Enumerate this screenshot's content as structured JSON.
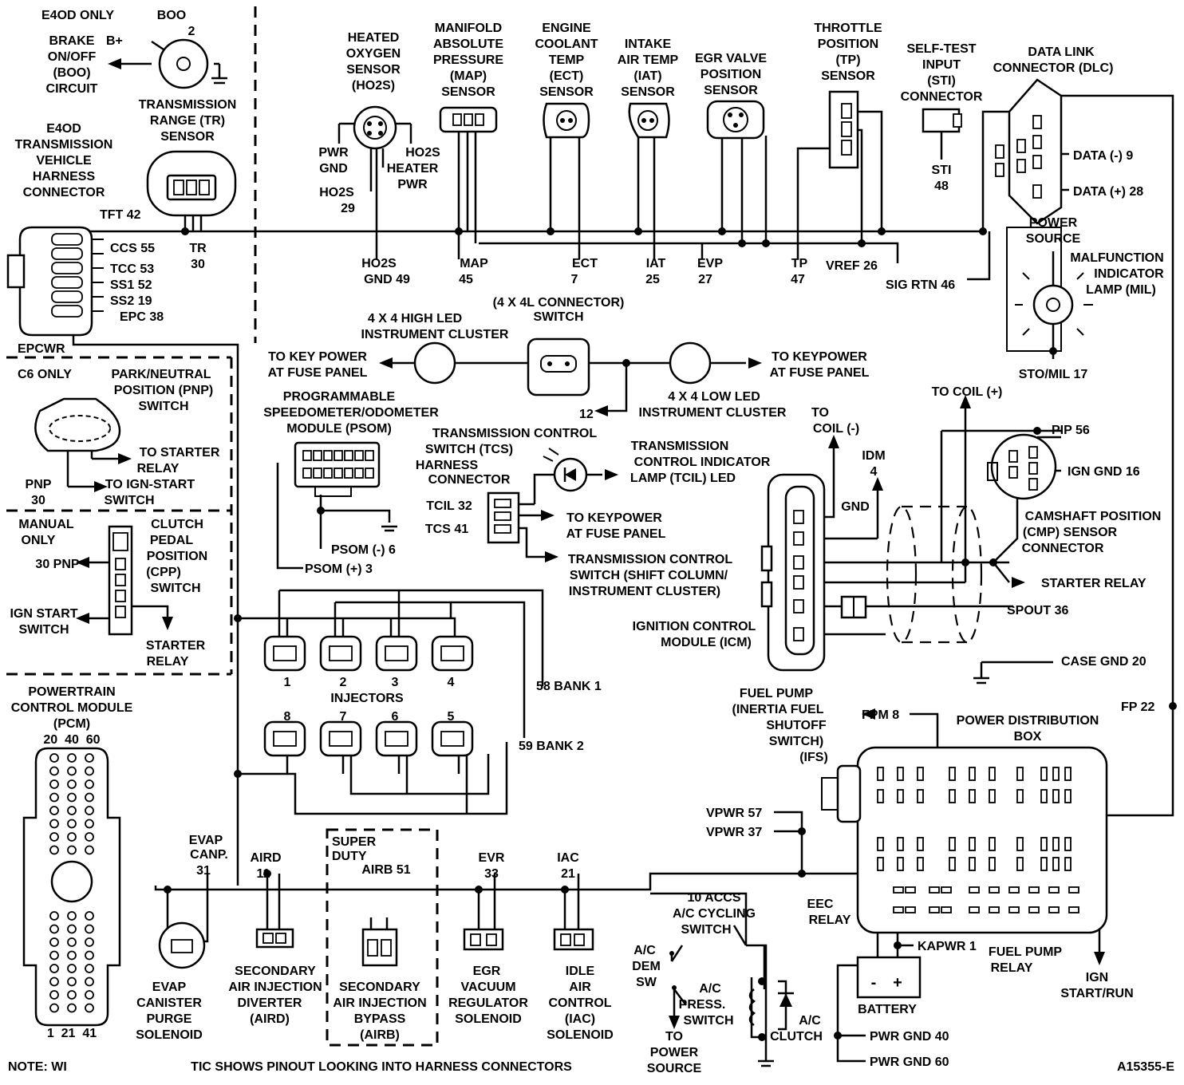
{
  "labels": {
    "e4od_only": "E4OD ONLY",
    "boo": [
      "BOO",
      "2"
    ],
    "bplus": "B+",
    "brake_circuit": [
      "BRAKE",
      "ON/OFF",
      "(BOO)",
      "CIRCUIT"
    ],
    "tr_sensor": [
      "TRANSMISSION",
      "RANGE (TR)",
      "SENSOR"
    ],
    "tr_pin": [
      "TR",
      "30"
    ],
    "e4od_conn": [
      "E4OD",
      "TRANSMISSION",
      "VEHICLE",
      "HARNESS",
      "CONNECTOR"
    ],
    "tft": "TFT 42",
    "ccs": "CCS 55",
    "tcc": "TCC 53",
    "ss1": "SS1 52",
    "ss2": "SS2 19",
    "epc": "EPC 38",
    "epcwr": "EPCWR",
    "ho2s": [
      "HEATED",
      "OXYGEN",
      "SENSOR",
      "(HO2S)"
    ],
    "pwr_gnd": [
      "PWR",
      "GND"
    ],
    "ho2s_heater": [
      "HO2S",
      "HEATER",
      "PWR"
    ],
    "ho2s_29": [
      "HO2S",
      "29"
    ],
    "map_sensor": [
      "MANIFOLD",
      "ABSOLUTE",
      "PRESSURE",
      "(MAP)",
      "SENSOR"
    ],
    "ect_sensor": [
      "ENGINE",
      "COOLANT",
      "TEMP",
      "(ECT)",
      "SENSOR"
    ],
    "iat_sensor": [
      "INTAKE",
      "AIR TEMP",
      "(IAT)",
      "SENSOR"
    ],
    "egr_sensor": [
      "EGR VALVE",
      "POSITION",
      "SENSOR"
    ],
    "tp_sensor": [
      "THROTTLE",
      "POSITION",
      "(TP)",
      "SENSOR"
    ],
    "sti_conn": [
      "SELF-TEST",
      "INPUT",
      "(STI)",
      "CONNECTOR"
    ],
    "sti_pin": [
      "STI",
      "48"
    ],
    "dlc": [
      "DATA LINK",
      "CONNECTOR (DLC)"
    ],
    "data_neg": "DATA (-) 9",
    "data_pos": "DATA (+) 28",
    "power_source": [
      "POWER",
      "SOURCE"
    ],
    "mil": [
      "MALFUNCTION",
      "INDICATOR",
      "LAMP (MIL)"
    ],
    "sto_mil": "STO/MIL 17",
    "sig_rtn": "SIG RTN 46",
    "vref": "VREF 26",
    "ho2s_gnd": [
      "HO2S",
      "GND 49"
    ],
    "map_pin": [
      "MAP",
      "45"
    ],
    "ect_pin": [
      "ECT",
      "7"
    ],
    "iat_pin": [
      "IAT",
      "25"
    ],
    "evp_pin": [
      "EVP",
      "27"
    ],
    "tp_pin": [
      "TP",
      "47"
    ],
    "conn_4x4l": "(4 X 4L CONNECTOR)",
    "switch": "SWITCH",
    "high_led": [
      "4 X 4 HIGH LED",
      "INSTRUMENT CLUSTER"
    ],
    "to_key_power": [
      "TO KEY POWER",
      "AT FUSE PANEL"
    ],
    "to_keypower_r": [
      "TO KEYPOWER",
      "AT FUSE PANEL"
    ],
    "low_led": [
      "4 X 4 LOW LED",
      "INSTRUMENT CLUSTER"
    ],
    "pin_12": "12",
    "c6_only": "C6 ONLY",
    "pnp_switch": [
      "PARK/NEUTRAL",
      "POSITION (PNP)",
      "SWITCH"
    ],
    "to_starter_relay": [
      "TO STARTER",
      "RELAY"
    ],
    "pnp_30": [
      "PNP",
      "30"
    ],
    "to_ign_start": [
      "TO IGN-START",
      "SWITCH"
    ],
    "manual_only": [
      "MANUAL",
      "ONLY"
    ],
    "cpp_switch": [
      "CLUTCH",
      "PEDAL",
      "POSITION",
      "(CPP)",
      "SWITCH"
    ],
    "pnp_30b": "30 PNP",
    "ign_start_sw": [
      "IGN START",
      "SWITCH"
    ],
    "starter_relay_cpp": [
      "STARTER",
      "RELAY"
    ],
    "psom": [
      "PROGRAMMABLE",
      "SPEEDOMETER/ODOMETER",
      "MODULE (PSOM)"
    ],
    "psom_neg": "PSOM (-) 6",
    "psom_pos": "PSOM (+) 3",
    "tcs_conn": [
      "TRANSMISSION CONTROL",
      "SWITCH (TCS)",
      "HARNESS",
      "CONNECTOR"
    ],
    "tcil_lamp": [
      "TRANSMISSION",
      "CONTROL INDICATOR",
      "LAMP (TCIL) LED"
    ],
    "tcil_32": "TCIL 32",
    "tcs_41": "TCS 41",
    "to_keypower_tcs": [
      "TO KEYPOWER",
      "AT FUSE PANEL"
    ],
    "tcs_switch": [
      "TRANSMISSION CONTROL",
      "SWITCH (SHIFT COLUMN/",
      "INSTRUMENT CLUSTER)"
    ],
    "injector_nums_top": [
      "1",
      "2",
      "3",
      "4"
    ],
    "injector_nums_bot": [
      "8",
      "7",
      "6",
      "5"
    ],
    "injectors": "INJECTORS",
    "bank1": "58 BANK 1",
    "bank2": "59 BANK 2",
    "to_coil_neg": [
      "TO",
      "COIL (-)"
    ],
    "to_coil_pos": "TO COIL (+)",
    "idm": [
      "IDM",
      "4"
    ],
    "gnd": "GND",
    "pip": "PIP 56",
    "ign_gnd": "IGN GND 16",
    "cmp": [
      "CAMSHAFT POSITION",
      "(CMP) SENSOR",
      "CONNECTOR"
    ],
    "starter_relay": "STARTER RELAY",
    "spout": "SPOUT 36",
    "icm": [
      "IGNITION CONTROL",
      "MODULE (ICM)"
    ],
    "case_gnd": "CASE GND 20",
    "pcm": [
      "POWERTRAIN",
      "CONTROL MODULE",
      "(PCM)"
    ],
    "pcm_top_pins": "20  40  60",
    "pcm_bot_pins": "1  21  41",
    "fuel_pump": [
      "FUEL PUMP",
      "(INERTIA FUEL",
      "SHUTOFF",
      "SWITCH)",
      "(IFS)"
    ],
    "fpm": "FPM 8",
    "pdb": [
      "POWER DISTRIBUTION",
      "BOX"
    ],
    "fp22": "FP 22",
    "vpwr57": "VPWR 57",
    "vpwr37": "VPWR 37",
    "super_duty": [
      "SUPER",
      "DUTY"
    ],
    "airb51": "AIRB 51",
    "evap_pin": [
      "EVAP",
      "CANP.",
      "31"
    ],
    "aird_pin": [
      "AIRD",
      "11"
    ],
    "evr_pin": [
      "EVR",
      "33"
    ],
    "iac_pin": [
      "IAC",
      "21"
    ],
    "evap_sol": [
      "EVAP",
      "CANISTER",
      "PURGE",
      "SOLENOID"
    ],
    "aird_sol": [
      "SECONDARY",
      "AIR INJECTION",
      "DIVERTER",
      "(AIRD)"
    ],
    "airb_sol": [
      "SECONDARY",
      "AIR INJECTION",
      "BYPASS",
      "(AIRB)"
    ],
    "egr_sol": [
      "EGR",
      "VACUUM",
      "REGULATOR",
      "SOLENOID"
    ],
    "iac_sol": [
      "IDLE",
      "AIR",
      "CONTROL",
      "(IAC)",
      "SOLENOID"
    ],
    "ac_cycling": [
      "10 ACCS",
      "A/C CYCLING",
      "SWITCH"
    ],
    "ac_dem": [
      "A/C",
      "DEM",
      "SW"
    ],
    "ac_press": [
      "A/C",
      "PRESS.",
      "SWITCH"
    ],
    "to_power_source": [
      "TO",
      "POWER",
      "SOURCE"
    ],
    "ac_clutch": [
      "A/C",
      "CLUTCH"
    ],
    "eec_relay": [
      "EEC",
      "RELAY"
    ],
    "kapwr": "KAPWR 1",
    "fuel_pump_relay": [
      "FUEL PUMP",
      "RELAY"
    ],
    "ign_start_run": [
      "IGN",
      "START/RUN"
    ],
    "battery": "BATTERY",
    "batt_minus": "-",
    "batt_plus": "+",
    "pwr_gnd40": "PWR GND 40",
    "pwr_gnd60": "PWR GND 60",
    "note": "NOTE: WI",
    "tic": "TIC SHOWS PINOUT LOOKING INTO HARNESS CONNECTORS",
    "fig_id": "A15355-E"
  }
}
